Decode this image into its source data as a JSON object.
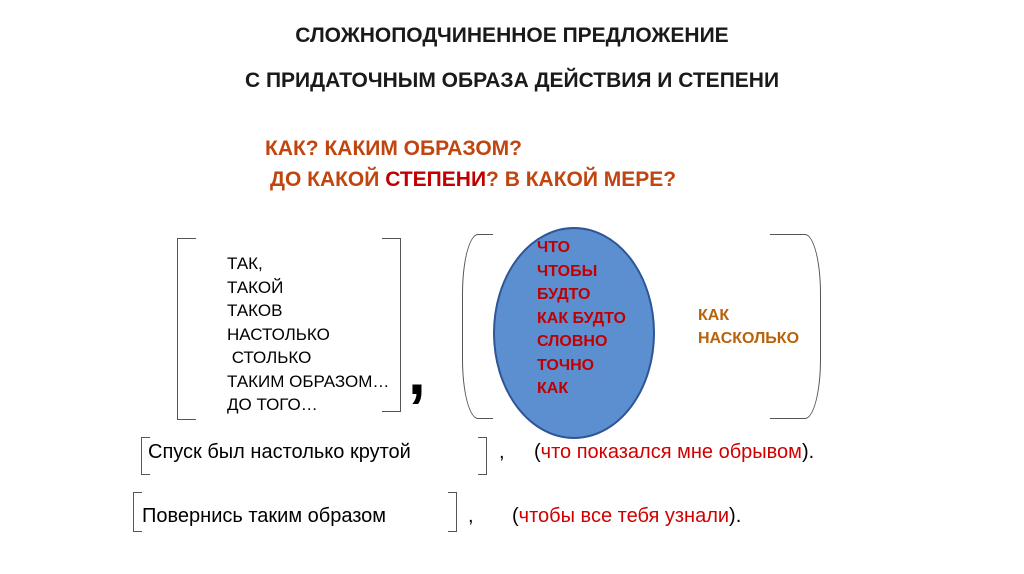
{
  "title": {
    "line1": "СЛОЖНОПОДЧИНЕННОЕ ПРЕДЛОЖЕНИЕ",
    "line2": "С ПРИДАТОЧНЫМ ОБРАЗА ДЕЙСТВИЯ И СТЕПЕНИ"
  },
  "questions": {
    "line1": "КАК?  КАКИМ ОБРАЗОМ?",
    "line2_before": "ДО КАКОЙ ",
    "line2_highlight": "СТЕПЕНИ",
    "line2_after": "? В КАКОЙ МЕРЕ?"
  },
  "main_clause_words": [
    "ТАК,",
    "ТАКОЙ",
    "ТАКОВ",
    "НАСТОЛЬКО",
    " СТОЛЬКО",
    "ТАКИМ ОБРАЗОМ…",
    "ДО ТОГО…"
  ],
  "comma": ",",
  "conjunctions": [
    "ЧТО",
    "ЧТОБЫ",
    "БУДТО",
    "КАК БУДТО",
    "СЛОВНО",
    "ТОЧНО",
    "КАК"
  ],
  "allied_words": [
    "КАК",
    "НАСКОЛЬКО"
  ],
  "examples": [
    {
      "main": "Спуск был настолько крутой",
      "comma": ",",
      "open_paren": "(",
      "conj": "что",
      "rest": "показался мне обрывом",
      "close": ")."
    },
    {
      "main": "Повернись таким образом",
      "comma": ",",
      "open_paren": "(",
      "conj": "чтобы",
      "rest": "все тебя узнали",
      "close": ")."
    }
  ],
  "colors": {
    "question": "#c0450e",
    "highlight": "#c00000",
    "oval_fill": "#5b8fd0",
    "oval_stroke": "#2f5597",
    "oval_text": "#c00000",
    "allied": "#b8620b",
    "example_red": "#d00000"
  }
}
